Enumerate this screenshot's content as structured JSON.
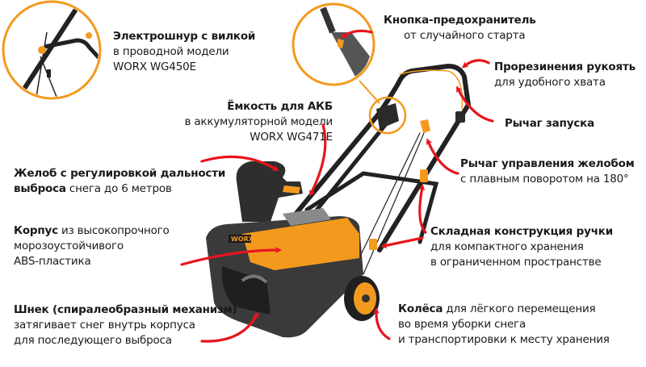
{
  "colors": {
    "accent_orange": "#F39A1E",
    "arrow_red": "#E8141C",
    "body_dark": "#3a3a3a",
    "text": "#1a1a1a"
  },
  "callouts": {
    "cord": {
      "title": "Электрошнур с вилкой",
      "lines": [
        "в проводной модели",
        "WORX WG450E"
      ]
    },
    "safety_button": {
      "title": "Кнопка-предохранитель",
      "lines": [
        "от случайного старта"
      ]
    },
    "handle": {
      "title": "Прорезинения рукоять",
      "lines": [
        "для удобного хвата"
      ]
    },
    "start_lever": {
      "title": "Рычаг запуска",
      "lines": []
    },
    "battery": {
      "title": "Ёмкость для АКБ",
      "lines": [
        "в аккумуляторной модели",
        "WORX WG471E"
      ]
    },
    "chute_lever": {
      "title": "Рычаг управления желобом",
      "lines": [
        "с плавным поворотом на 180°"
      ]
    },
    "chute": {
      "title": "Желоб с регулировкой дальности",
      "title2_bold": "выброса",
      "title2_rest": " снега до 6 метров"
    },
    "housing": {
      "title_bold": "Корпус",
      "title_rest": " из высокопрочного",
      "lines": [
        "морозоустойчивого",
        "ABS-пластика"
      ]
    },
    "folding": {
      "title": "Складная конструкция ручки",
      "lines": [
        "для компактного хранения",
        "в ограниченном пространстве"
      ]
    },
    "auger": {
      "title": "Шнек (спиралеобразный механизм)",
      "lines": [
        "затягивает снег внутрь корпуса",
        "для последующего выброса"
      ]
    },
    "wheels": {
      "title_bold": "Колёса",
      "title_rest": " для лёгкого перемещения",
      "lines": [
        "во время уборки снега",
        "и транспортировки к месту хранения"
      ]
    }
  },
  "product": {
    "brand_logo": "WORX"
  }
}
